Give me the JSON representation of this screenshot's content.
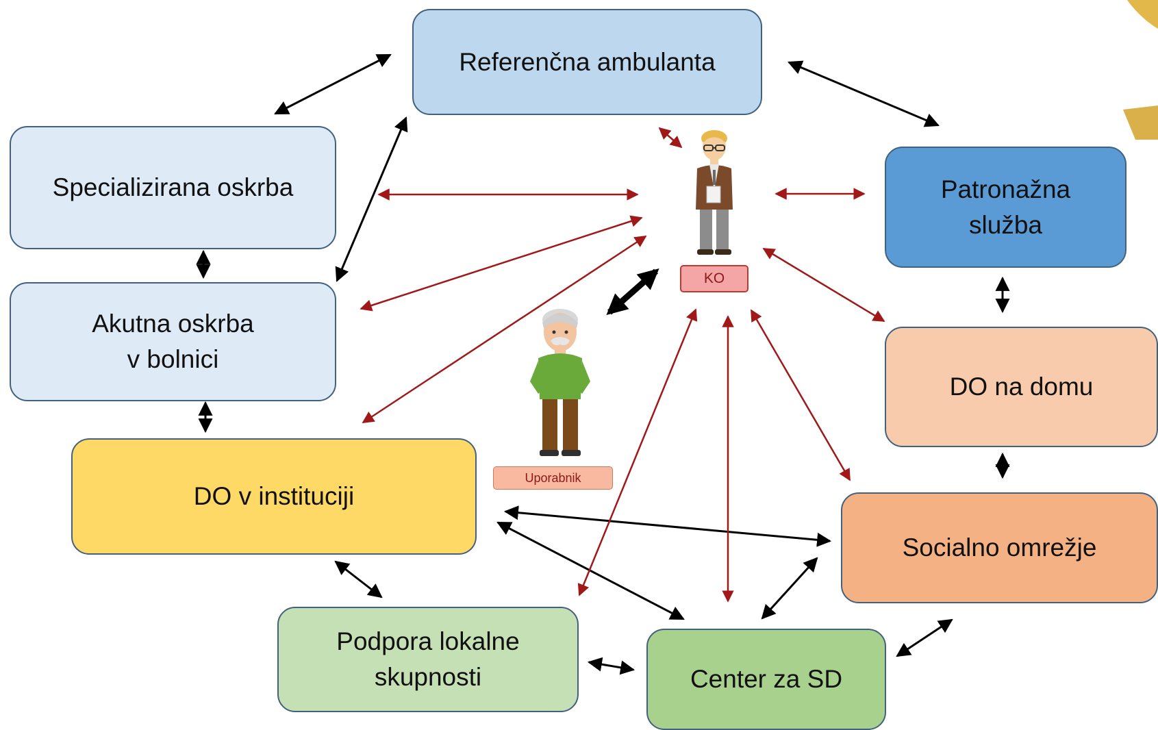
{
  "nodes": {
    "referencna": {
      "label": "Referenčna ambulanta",
      "fill": "#bdd7ee"
    },
    "specializirana": {
      "label": "Specializirana oskrba",
      "fill": "#deebf7"
    },
    "akutna": {
      "label": "Akutna oskrba\nv bolnici",
      "fill": "#deebf7"
    },
    "do_institucija": {
      "label": "DO v instituciji",
      "fill": "#ffd966"
    },
    "podpora": {
      "label": "Podpora lokalne\nskupnosti",
      "fill": "#c5e0b4"
    },
    "center_sd": {
      "label": "Center za SD",
      "fill": "#a9d18e"
    },
    "patronazna": {
      "label": "Patronažna\nslužba",
      "fill": "#5b9bd5"
    },
    "do_dom": {
      "label": "DO na domu",
      "fill": "#f8cbad"
    },
    "socialno": {
      "label": "Socialno omrežje",
      "fill": "#f4b183"
    }
  },
  "people": {
    "coordinator": {
      "tag": "KO",
      "tag_fill": "#f4a6a6",
      "icon": "coordinator-person-icon"
    },
    "user": {
      "tag": "Uporabnik",
      "tag_fill": "#f8b9a0",
      "icon": "elderly-user-icon"
    }
  },
  "colors": {
    "coordinator_link": "#a01818",
    "care_link": "#000000",
    "accent": "#e2b84a"
  }
}
